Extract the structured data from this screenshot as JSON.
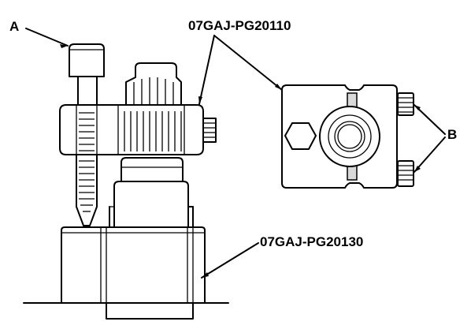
{
  "labels": {
    "a": "A",
    "b": "B",
    "upper_tool": "07GAJ-PG20110",
    "lower_tool": "07GAJ-PG20130"
  },
  "colors": {
    "ink": "#000000",
    "paper": "#ffffff",
    "shade": "#d9d9d9"
  }
}
